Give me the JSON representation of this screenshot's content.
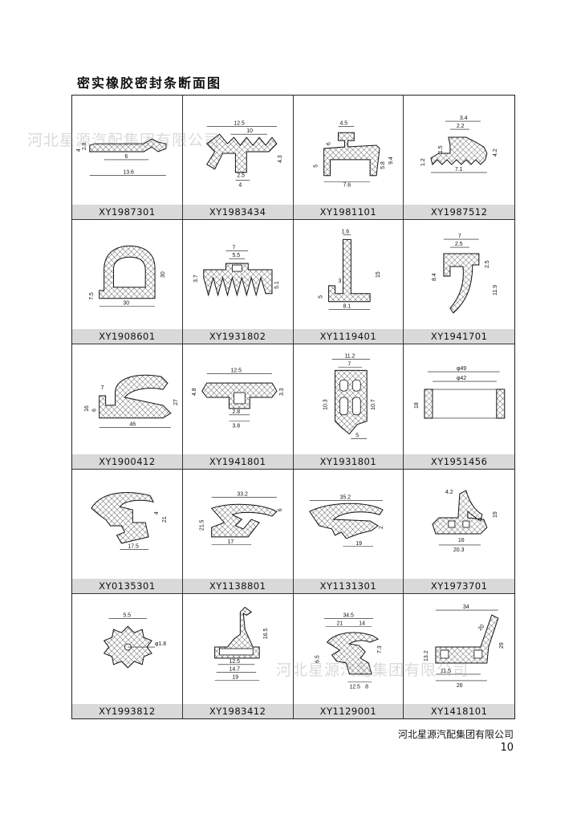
{
  "title": "密实橡胶密封条断面图",
  "watermark": "河北星源汽配集团有限公司",
  "footer": {
    "company": "河北星源汽配集团有限公司",
    "page_number": "10"
  },
  "items": [
    {
      "code": "XY1987301",
      "dims": [
        "2.8",
        "4",
        "6",
        "13.6"
      ]
    },
    {
      "code": "XY1983434",
      "dims": [
        "12.5",
        "10",
        "4.3",
        "2.5",
        "4"
      ]
    },
    {
      "code": "XY1981101",
      "dims": [
        "4.5",
        "6",
        "5",
        "5.8",
        "9.4",
        "7.6"
      ]
    },
    {
      "code": "XY1987512",
      "dims": [
        "3.4",
        "2.2",
        "1.5",
        "4.2",
        "1.2",
        "7.1"
      ]
    },
    {
      "code": "XY1908601",
      "dims": [
        "30",
        "7.5",
        "30"
      ]
    },
    {
      "code": "XY1931802",
      "dims": [
        "7",
        "5.5",
        "3.7",
        "5.1"
      ]
    },
    {
      "code": "XY1119401",
      "dims": [
        "1.6",
        "15",
        "3",
        "5",
        "8.1"
      ]
    },
    {
      "code": "XY1941701",
      "dims": [
        "7",
        "2.5",
        "2.5",
        "8.4",
        "11.9"
      ]
    },
    {
      "code": "XY1900412",
      "dims": [
        "7",
        "16",
        "6",
        "27",
        "46"
      ]
    },
    {
      "code": "XY1941801",
      "dims": [
        "12.5",
        "4.8",
        "3.3",
        "2.8",
        "3.8"
      ]
    },
    {
      "code": "XY1931801",
      "dims": [
        "11.2",
        "7",
        "10.3",
        "10.7",
        "5"
      ]
    },
    {
      "code": "XY1951456",
      "dims": [
        "φ49",
        "φ42",
        "18"
      ]
    },
    {
      "code": "XY0135301",
      "dims": [
        "4",
        "21",
        "17.5"
      ]
    },
    {
      "code": "XY1138801",
      "dims": [
        "33.2",
        "6",
        "21.5",
        "17"
      ]
    },
    {
      "code": "XY1131301",
      "dims": [
        "35.2",
        "2",
        "19"
      ]
    },
    {
      "code": "XY1973701",
      "dims": [
        "4.2",
        "19",
        "16",
        "20.3"
      ]
    },
    {
      "code": "XY1993812",
      "dims": [
        "5.5",
        "φ1.8"
      ]
    },
    {
      "code": "XY1983412",
      "dims": [
        "16.5",
        "12.5",
        "14.7",
        "19"
      ]
    },
    {
      "code": "XY1129001",
      "dims": [
        "34.5",
        "21",
        "14",
        "6.5",
        "7.3",
        "12.5",
        "8"
      ]
    },
    {
      "code": "XY1418101",
      "dims": [
        "34",
        "20",
        "13.2",
        "29",
        "11.5",
        "26"
      ]
    }
  ]
}
